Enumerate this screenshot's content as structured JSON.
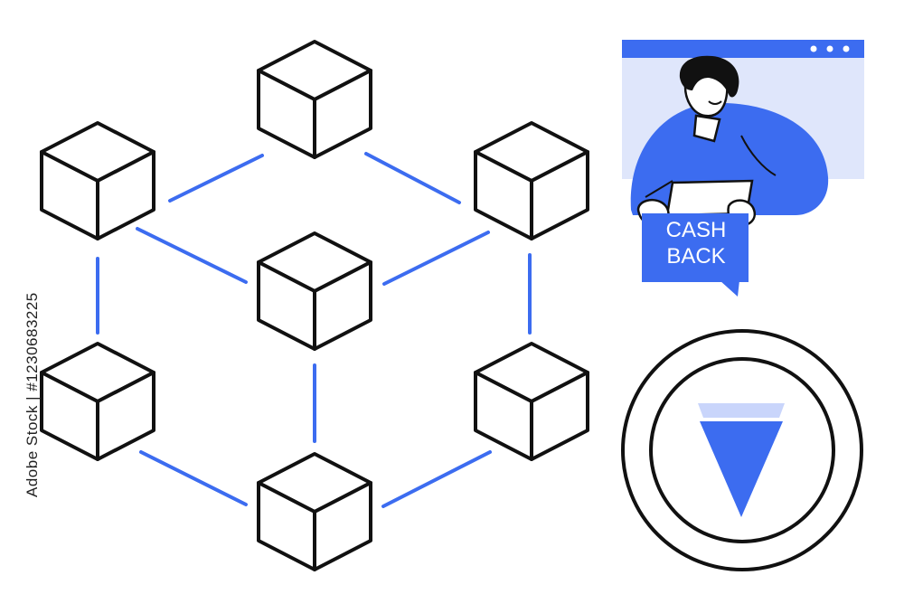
{
  "illustration": {
    "cashback_line1": "CASH",
    "cashback_line2": "BACK",
    "stock_id": "Adobe Stock | #1230683225"
  },
  "colors": {
    "accent": "#3c6cf0",
    "accent_light": "#dfe6fb",
    "stroke": "#111111",
    "background": "#ffffff"
  },
  "icons": [
    "blockchain-network",
    "cube-icon",
    "browser-window",
    "person",
    "cashback-bubble",
    "coin-arrow-down-icon"
  ]
}
